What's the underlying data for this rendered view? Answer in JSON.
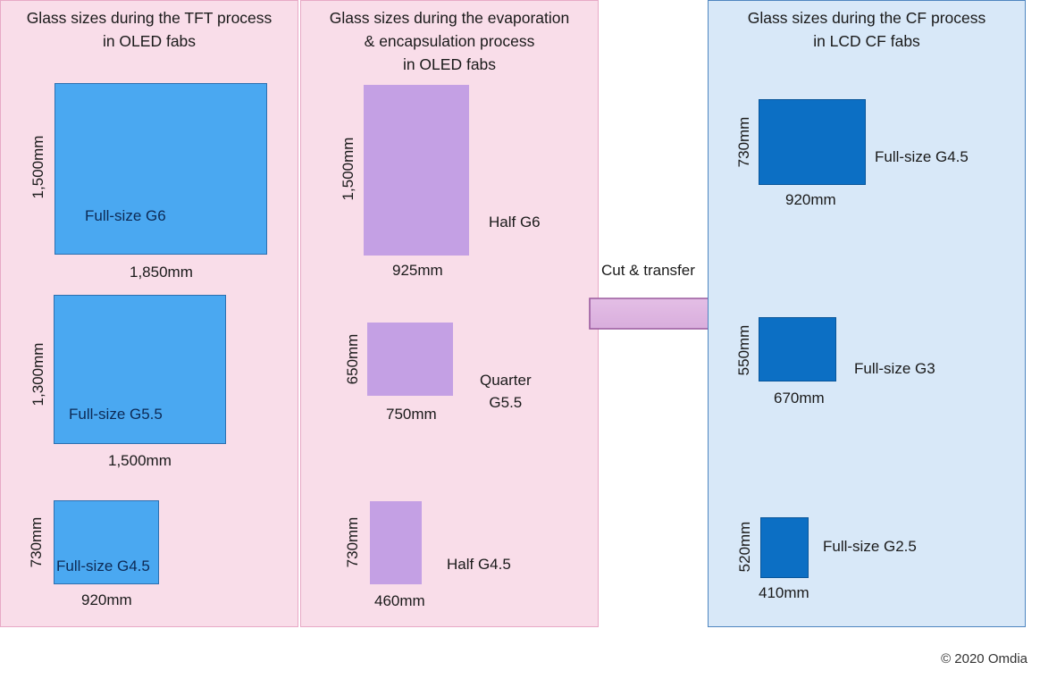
{
  "panels": {
    "tft": {
      "title": "Glass sizes during the TFT process\nin OLED fabs",
      "items": [
        {
          "name": "Full-size G6",
          "width": "1,850mm",
          "height": "1,500mm"
        },
        {
          "name": "Full-size G5.5",
          "width": "1,500mm",
          "height": "1,300mm"
        },
        {
          "name": "Full-size G4.5",
          "width": "920mm",
          "height": "730mm"
        }
      ]
    },
    "evap": {
      "title": "Glass sizes during the evaporation\n& encapsulation process\nin OLED fabs",
      "items": [
        {
          "name": "Half G6",
          "width": "925mm",
          "height": "1,500mm"
        },
        {
          "name": "Quarter\nG5.5",
          "width": "750mm",
          "height": "650mm"
        },
        {
          "name": "Half G4.5",
          "width": "460mm",
          "height": "730mm"
        }
      ]
    },
    "cf": {
      "title": "Glass sizes during the CF process\nin LCD CF fabs",
      "items": [
        {
          "name": "Full-size G4.5",
          "width": "920mm",
          "height": "730mm"
        },
        {
          "name": "Full-size G3",
          "width": "670mm",
          "height": "550mm"
        },
        {
          "name": "Full-size G2.5",
          "width": "410mm",
          "height": "520mm"
        }
      ]
    }
  },
  "arrow": {
    "label": "Cut & transfer"
  },
  "copyright": "© 2020 Omdia",
  "colors": {
    "tft_glass": "#4aa8f1",
    "evap_glass": "#c4a0e4",
    "cf_glass": "#0c6fc4",
    "pink_panel": "#f9dde9",
    "blue_panel": "#d8e8f8"
  }
}
